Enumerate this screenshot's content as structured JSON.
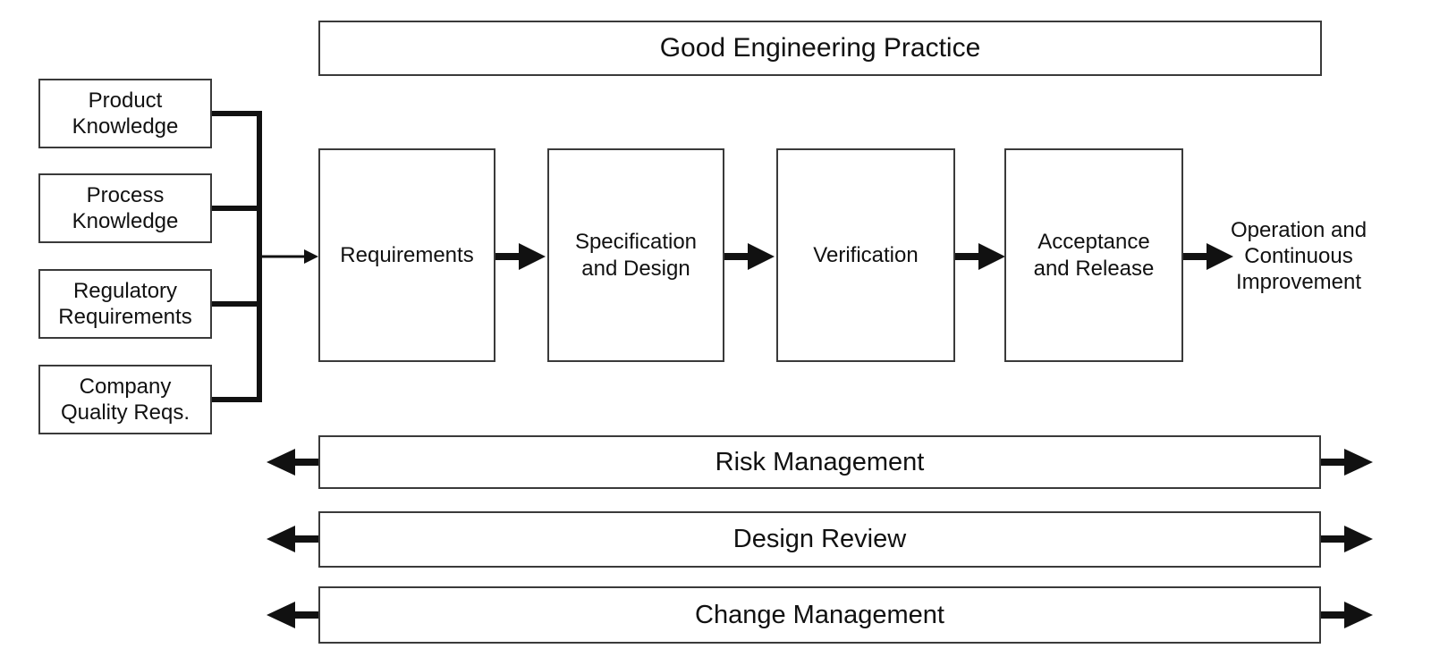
{
  "colors": {
    "background": "#ffffff",
    "line": "#111111",
    "box_border": "#3a3a3a",
    "text": "#111111"
  },
  "diagram": {
    "top_banner": {
      "label": "Good Engineering Practice"
    },
    "inputs": [
      {
        "id": "product-knowledge",
        "lines": [
          "Product",
          "Knowledge"
        ]
      },
      {
        "id": "process-knowledge",
        "lines": [
          "Process",
          "Knowledge"
        ]
      },
      {
        "id": "regulatory-requirements",
        "lines": [
          "Regulatory",
          "Requirements"
        ]
      },
      {
        "id": "company-quality-reqs",
        "lines": [
          "Company",
          "Quality Reqs."
        ]
      }
    ],
    "stages": [
      {
        "id": "requirements",
        "lines": [
          "Requirements",
          ""
        ]
      },
      {
        "id": "specification-and-design",
        "lines": [
          "Specification",
          "and Design"
        ]
      },
      {
        "id": "verification",
        "lines": [
          "Verification",
          ""
        ]
      },
      {
        "id": "acceptance-and-release",
        "lines": [
          "Acceptance",
          "and Release"
        ]
      }
    ],
    "outcome": {
      "lines": [
        "Operation and",
        "Continuous",
        "Improvement"
      ]
    },
    "support_bars": [
      {
        "id": "risk-management",
        "label": "Risk Management"
      },
      {
        "id": "design-review",
        "label": "Design Review"
      },
      {
        "id": "change-management",
        "label": "Change Management"
      }
    ]
  }
}
